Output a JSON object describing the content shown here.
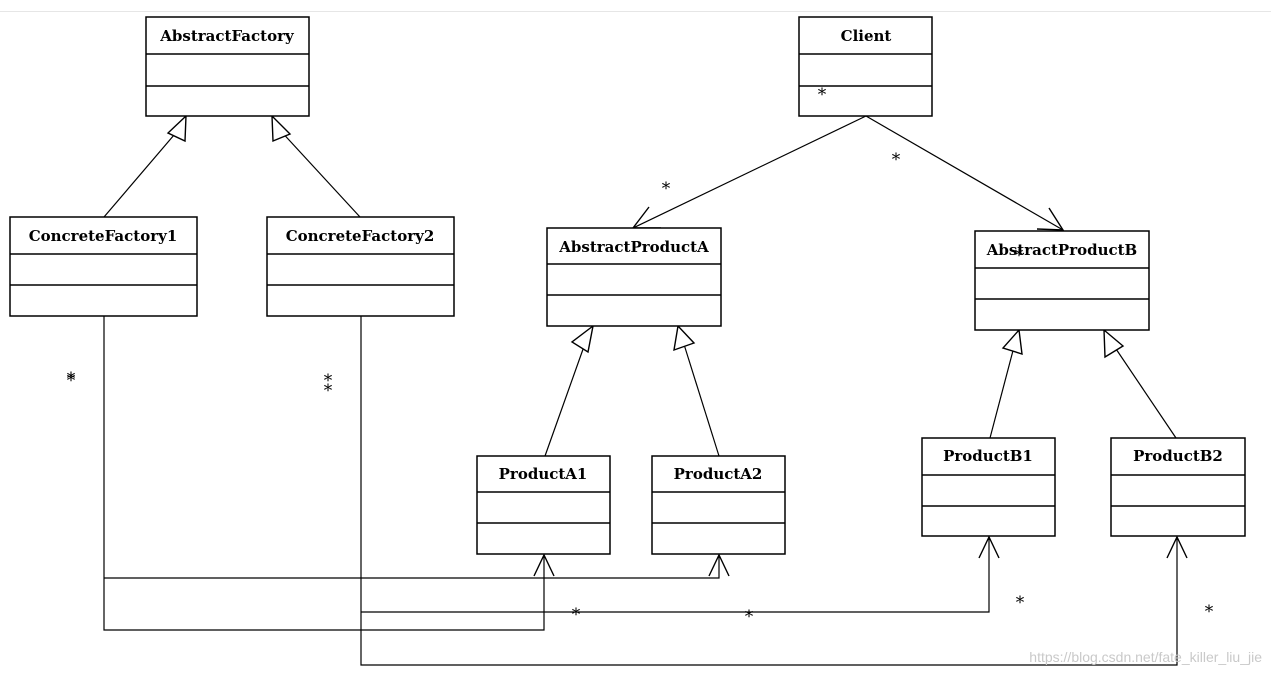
{
  "classes": {
    "abstract_factory": "AbstractFactory",
    "client": "Client",
    "concrete_factory_1": "ConcreteFactory1",
    "concrete_factory_2": "ConcreteFactory2",
    "abstract_product_a": "AbstractProductA",
    "abstract_product_b": "AbstractProductB",
    "product_a1": "ProductA1",
    "product_a2": "ProductA2",
    "product_b1": "ProductB1",
    "product_b2": "ProductB2"
  },
  "multiplicity": "*",
  "watermark": "https://blog.csdn.net/fate_killer_liu_jie"
}
